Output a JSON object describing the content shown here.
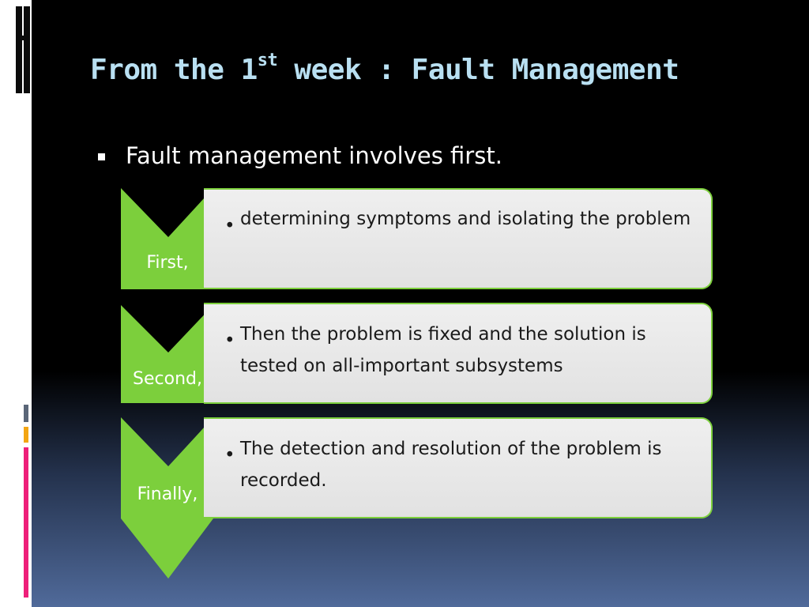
{
  "slide": {
    "title_main": "From the 1",
    "title_sup": "st",
    "title_rest": " week : Fault Management",
    "bullet": "Fault management involves first."
  },
  "steps": [
    {
      "label": "First,",
      "text": "determining symptoms and isolating the problem"
    },
    {
      "label": "Second,",
      "text": "Then the problem is fixed and the solution is tested on all-important subsystems"
    },
    {
      "label": "Finally,",
      "text": "The detection and resolution of the problem is recorded."
    }
  ],
  "colors": {
    "chevron_green": "#7ccf3c",
    "title_blue": "#b9e0f2",
    "box_gray": "#e6e6e6"
  },
  "icons": {
    "step_bullet": "•",
    "list_bullet": "square-bullet"
  }
}
